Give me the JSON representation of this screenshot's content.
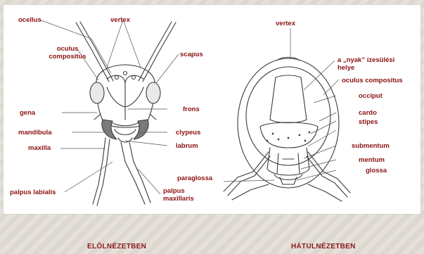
{
  "labels": {
    "left": {
      "ocellus": "ocellus",
      "vertex": "vertex",
      "oculus_compositus": "oculus compositus",
      "scapus": "scapus",
      "gena": "gena",
      "frons": "frons",
      "mandibula": "mandibula",
      "clypeus": "clypeus",
      "maxilla": "maxilla",
      "labrum": "labrum",
      "palpus_labialis": "palpus labialis",
      "palpus_maxillaris": "palpus maxillaris"
    },
    "right": {
      "vertex": "vertex",
      "nyak": "a „nyak” ízesülési helye",
      "oculus_compositus": "oculus compositus",
      "occiput": "occiput",
      "cardo": "cardo",
      "stipes": "stipes",
      "submentum": "submentum",
      "mentum": "mentum",
      "glossa": "glossa",
      "paraglossa": "paraglossa"
    }
  },
  "captions": {
    "front": "ELÖLNÉZETBEN",
    "back": "HÁTULNÉZETBEN"
  },
  "colors": {
    "label": "#8b1010",
    "line": "#3a3a3a",
    "mandible": "#7a7a7a"
  }
}
